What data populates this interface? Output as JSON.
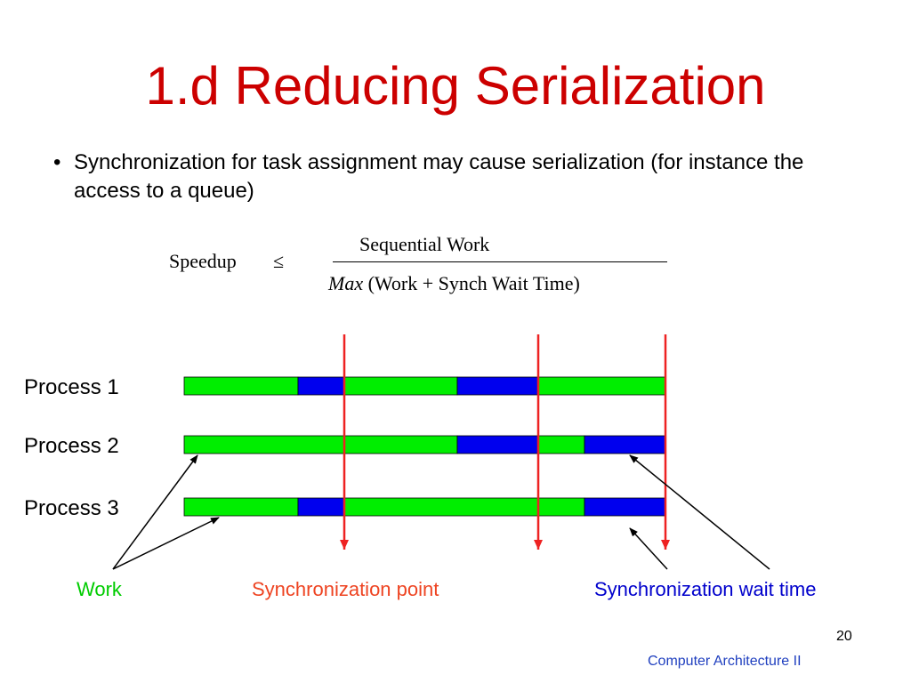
{
  "slide": {
    "title": "1.d Reducing Serialization",
    "bullet": "Synchronization for task assignment may cause serialization (for instance the access to a queue)",
    "bullet_marker": "•",
    "page_number": "20",
    "footer": "Computer Architecture II"
  },
  "formula": {
    "lhs": "Speedup",
    "relation": "≤",
    "numerator": "Sequential Work",
    "denominator_italic": "Max",
    "denominator_rest": "(Work + Synch Wait Time)"
  },
  "diagram": {
    "processes": [
      {
        "label": "Process 1",
        "segments": [
          {
            "kind": "work",
            "start": 0,
            "end": 128
          },
          {
            "kind": "wait",
            "start": 128,
            "end": 180
          },
          {
            "kind": "work",
            "start": 180,
            "end": 307
          },
          {
            "kind": "wait",
            "start": 307,
            "end": 398
          },
          {
            "kind": "work",
            "start": 398,
            "end": 541
          }
        ]
      },
      {
        "label": "Process 2",
        "segments": [
          {
            "kind": "work",
            "start": 0,
            "end": 307
          },
          {
            "kind": "wait",
            "start": 307,
            "end": 398
          },
          {
            "kind": "work",
            "start": 398,
            "end": 450
          },
          {
            "kind": "wait",
            "start": 450,
            "end": 541
          }
        ]
      },
      {
        "label": "Process 3",
        "segments": [
          {
            "kind": "work",
            "start": 0,
            "end": 128
          },
          {
            "kind": "wait",
            "start": 128,
            "end": 180
          },
          {
            "kind": "work",
            "start": 180,
            "end": 450
          },
          {
            "kind": "wait",
            "start": 450,
            "end": 541
          }
        ]
      }
    ],
    "sync_points": [
      180,
      398,
      541
    ],
    "legend": {
      "work": "Work",
      "sync_point": "Synchronization point",
      "sync_wait": "Synchronization wait time"
    },
    "colors": {
      "work": "#00ee00",
      "wait": "#0000ee",
      "sync_line": "#ee2222",
      "title": "#cc0000",
      "work_label": "#00cc00",
      "sync_point_label": "#ee4422",
      "sync_wait_label": "#0000cc",
      "footer": "#1f3fbf"
    }
  }
}
